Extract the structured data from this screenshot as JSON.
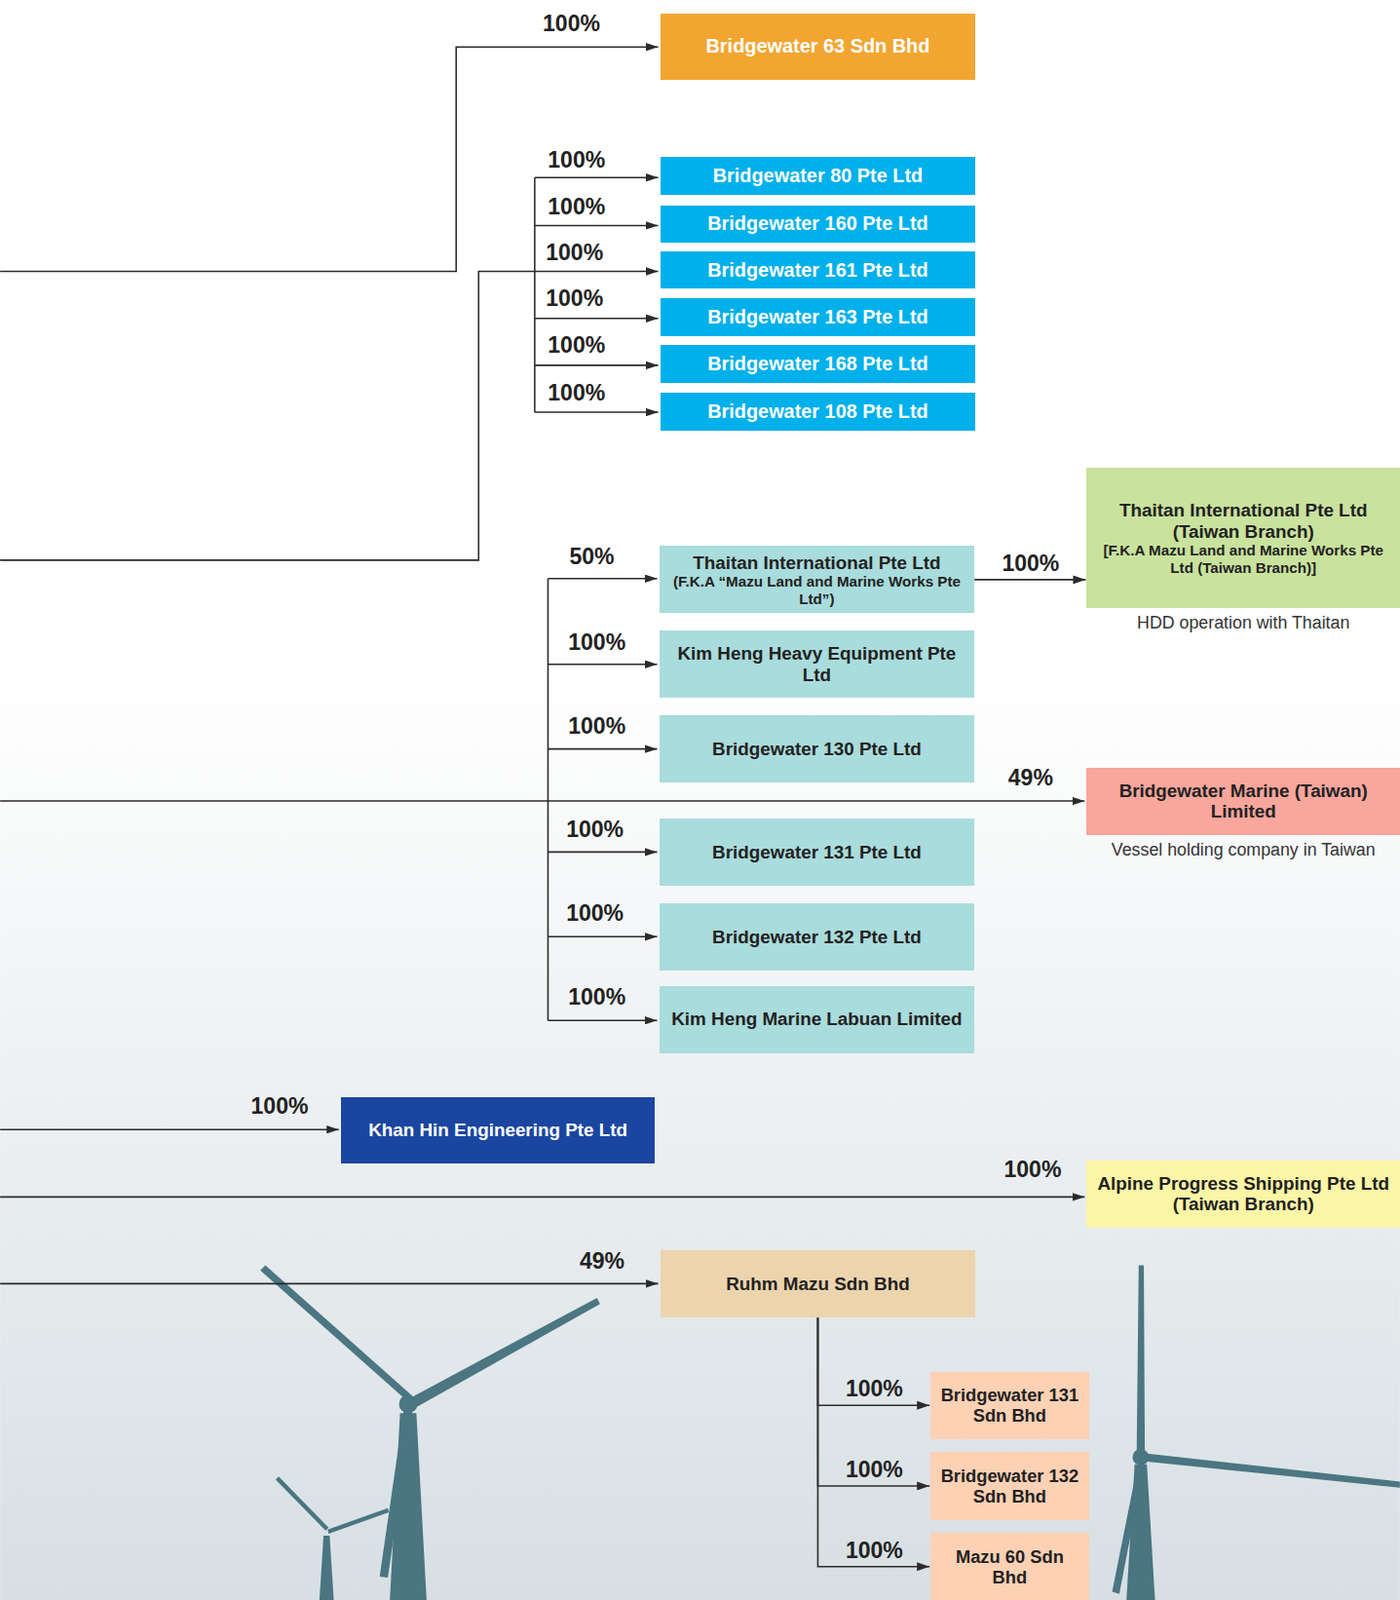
{
  "diagram": {
    "nodes": [
      {
        "text": [
          "Bridgewater 63 Sdn Bhd"
        ]
      },
      {
        "text": [
          "Bridgewater 80 Pte Ltd"
        ]
      },
      {
        "text": [
          "Bridgewater 160 Pte Ltd"
        ]
      },
      {
        "text": [
          "Bridgewater 161 Pte Ltd"
        ]
      },
      {
        "text": [
          "Bridgewater 163 Pte Ltd"
        ]
      },
      {
        "text": [
          "Bridgewater 168 Pte Ltd"
        ]
      },
      {
        "text": [
          "Bridgewater 108 Pte Ltd"
        ]
      },
      {
        "text": [
          "Thaitan International Pte Ltd",
          "(F.K.A “Mazu Land and Marine Works Pte Ltd”)"
        ]
      },
      {
        "text": [
          "Thaitan International Pte Ltd (Taiwan Branch)",
          "[F.K.A Mazu Land and Marine Works Pte Ltd (Taiwan Branch)]",
          "HDD operation with Thaitan"
        ]
      },
      {
        "text": [
          "Kim Heng Heavy Equipment Pte Ltd"
        ]
      },
      {
        "text": [
          "Bridgewater 130 Pte Ltd"
        ]
      },
      {
        "text": [
          "Bridgewater Marine (Taiwan) Limited",
          "Vessel holding company in Taiwan"
        ]
      },
      {
        "text": [
          "Bridgewater 131 Pte Ltd"
        ]
      },
      {
        "text": [
          "Bridgewater 132 Pte Ltd"
        ]
      },
      {
        "text": [
          "Kim Heng Marine Labuan Limited"
        ]
      },
      {
        "text": [
          "Khan Hin Engineering Pte Ltd"
        ]
      },
      {
        "text": [
          "Alpine Progress Shipping Pte Ltd (Taiwan Branch)"
        ]
      },
      {
        "text": [
          "Ruhm Mazu Sdn Bhd"
        ]
      },
      {
        "text": [
          "Bridgewater 131 Sdn Bhd"
        ]
      },
      {
        "text": [
          "Bridgewater 132 Sdn Bhd"
        ]
      },
      {
        "text": [
          "Mazu 60 Sdn Bhd"
        ]
      }
    ],
    "edges": [
      {
        "from": 7,
        "to": 8,
        "label": "100%",
        "arrow": "to"
      },
      {
        "from": 17,
        "to": 18,
        "label": "100%",
        "arrow": "to"
      },
      {
        "from": 17,
        "to": 19,
        "label": "100%",
        "arrow": "to"
      },
      {
        "from": 17,
        "to": 20,
        "label": "100%",
        "arrow": "to"
      }
    ],
    "labels": [
      "100%",
      "100%",
      "100%",
      "100%",
      "100%",
      "100%",
      "100%",
      "50%",
      "100%",
      "100%",
      "49%",
      "100%",
      "100%",
      "100%",
      "100%",
      "100%",
      "49%"
    ]
  }
}
